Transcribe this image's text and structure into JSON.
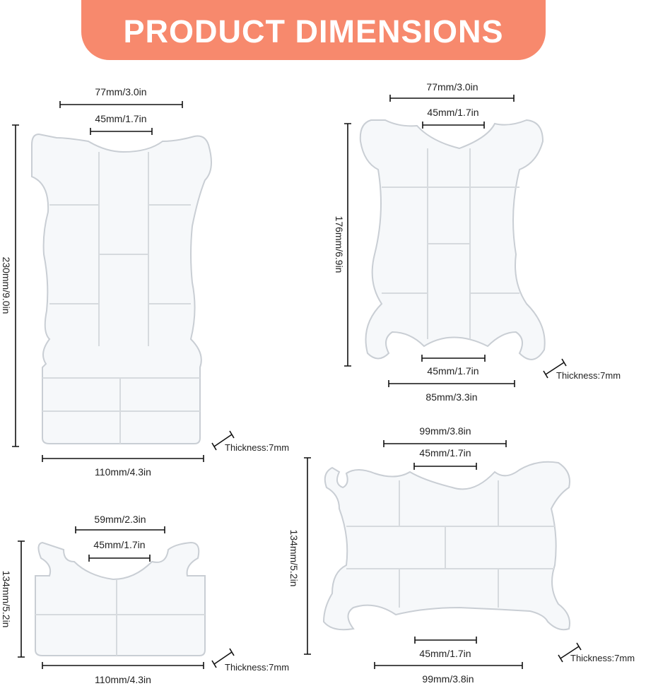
{
  "banner": {
    "title": "PRODUCT DIMENSIONS",
    "color": "#f7896d"
  },
  "panels": [
    {
      "top_width": "77mm/3.0in",
      "inner_width": "45mm/1.7in",
      "height": "230mm/9.0in",
      "bottom_width": "110mm/4.3in",
      "thickness": "Thickness:7mm"
    },
    {
      "top_width": "77mm/3.0in",
      "inner_width": "45mm/1.7in",
      "height": "176mm/6.9in",
      "bottom_inner_width": "45mm/1.7in",
      "bottom_width": "85mm/3.3in",
      "thickness": "Thickness:7mm"
    },
    {
      "top_width": "59mm/2.3in",
      "inner_width": "45mm/1.7in",
      "height": "134mm/5.2in",
      "bottom_width": "110mm/4.3in",
      "thickness": "Thickness:7mm"
    },
    {
      "top_width": "99mm/3.8in",
      "inner_width": "45mm/1.7in",
      "height": "134mm/5.2in",
      "bottom_inner_width": "45mm/1.7in",
      "bottom_width": "99mm/3.8in",
      "thickness": "Thickness:7mm"
    }
  ]
}
